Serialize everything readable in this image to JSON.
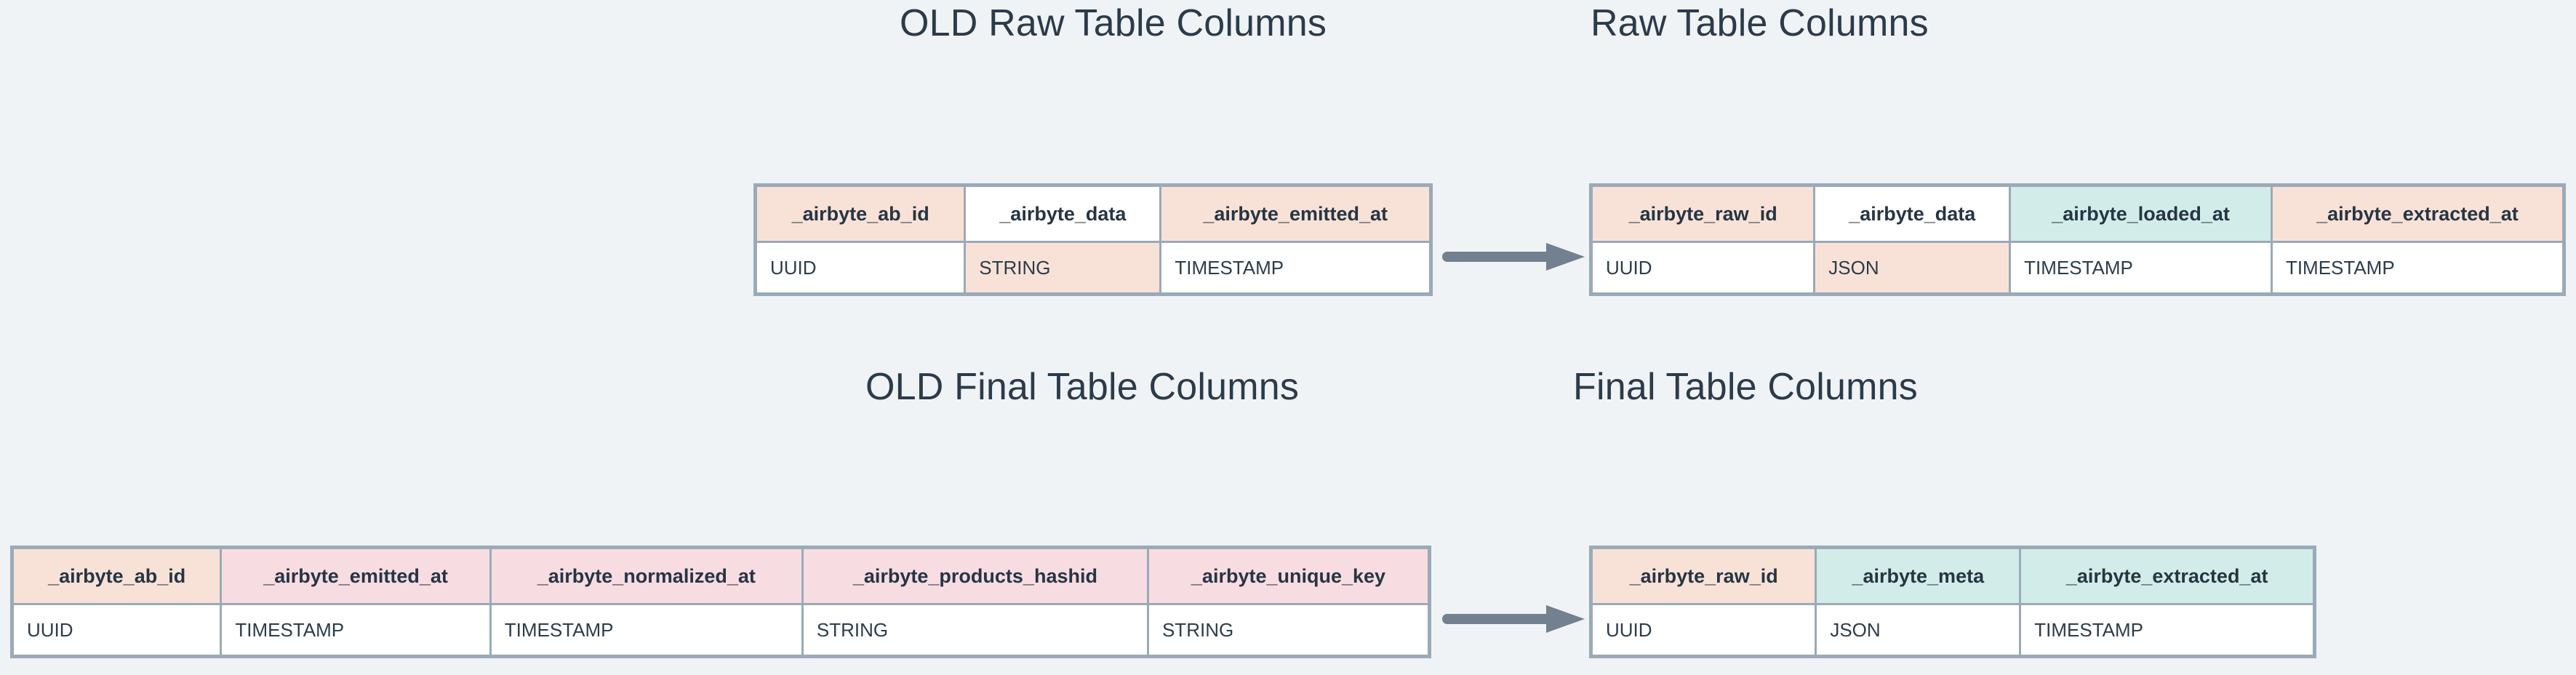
{
  "diagram": {
    "background_color": "#eff3f6",
    "accent_colors": {
      "peach": "#f8e2d7",
      "teal": "#d2ede9",
      "pink": "#f7dce1",
      "border": "#9aaab8",
      "text": "#293845",
      "arrow": "#72808f"
    }
  },
  "sections": {
    "old_raw_title": "OLD Raw Table Columns",
    "new_raw_title": "Raw Table Columns",
    "old_final_title": "OLD Final Table Columns",
    "new_final_title": "Final Table Columns"
  },
  "tables": {
    "old_raw": {
      "columns": [
        {
          "name": "_airbyte_ab_id",
          "type": "UUID",
          "header_fill": "peach",
          "type_fill": "white"
        },
        {
          "name": "_airbyte_data",
          "type": "STRING",
          "header_fill": "white",
          "type_fill": "peach"
        },
        {
          "name": "_airbyte_emitted_at",
          "type": "TIMESTAMP",
          "header_fill": "peach",
          "type_fill": "white"
        }
      ]
    },
    "new_raw": {
      "columns": [
        {
          "name": "_airbyte_raw_id",
          "type": "UUID",
          "header_fill": "peach",
          "type_fill": "white"
        },
        {
          "name": "_airbyte_data",
          "type": "JSON",
          "header_fill": "white",
          "type_fill": "peach"
        },
        {
          "name": "_airbyte_loaded_at",
          "type": "TIMESTAMP",
          "header_fill": "teal",
          "type_fill": "white"
        },
        {
          "name": "_airbyte_extracted_at",
          "type": "TIMESTAMP",
          "header_fill": "peach",
          "type_fill": "white"
        }
      ]
    },
    "old_final": {
      "columns": [
        {
          "name": "_airbyte_ab_id",
          "type": "UUID",
          "header_fill": "peach",
          "type_fill": "white"
        },
        {
          "name": "_airbyte_emitted_at",
          "type": "TIMESTAMP",
          "header_fill": "pink",
          "type_fill": "white"
        },
        {
          "name": "_airbyte_normalized_at",
          "type": "TIMESTAMP",
          "header_fill": "pink",
          "type_fill": "white"
        },
        {
          "name": "_airbyte_products_hashid",
          "type": "STRING",
          "header_fill": "pink",
          "type_fill": "white"
        },
        {
          "name": "_airbyte_unique_key",
          "type": "STRING",
          "header_fill": "pink",
          "type_fill": "white"
        }
      ]
    },
    "new_final": {
      "columns": [
        {
          "name": "_airbyte_raw_id",
          "type": "UUID",
          "header_fill": "peach",
          "type_fill": "white"
        },
        {
          "name": "_airbyte_meta",
          "type": "JSON",
          "header_fill": "teal",
          "type_fill": "white"
        },
        {
          "name": "_airbyte_extracted_at",
          "type": "TIMESTAMP",
          "header_fill": "teal",
          "type_fill": "white"
        }
      ]
    }
  },
  "arrows": {
    "raw_arrow_label": "old raw schema transforms to new raw schema",
    "final_arrow_label": "old final schema transforms to new final schema"
  }
}
